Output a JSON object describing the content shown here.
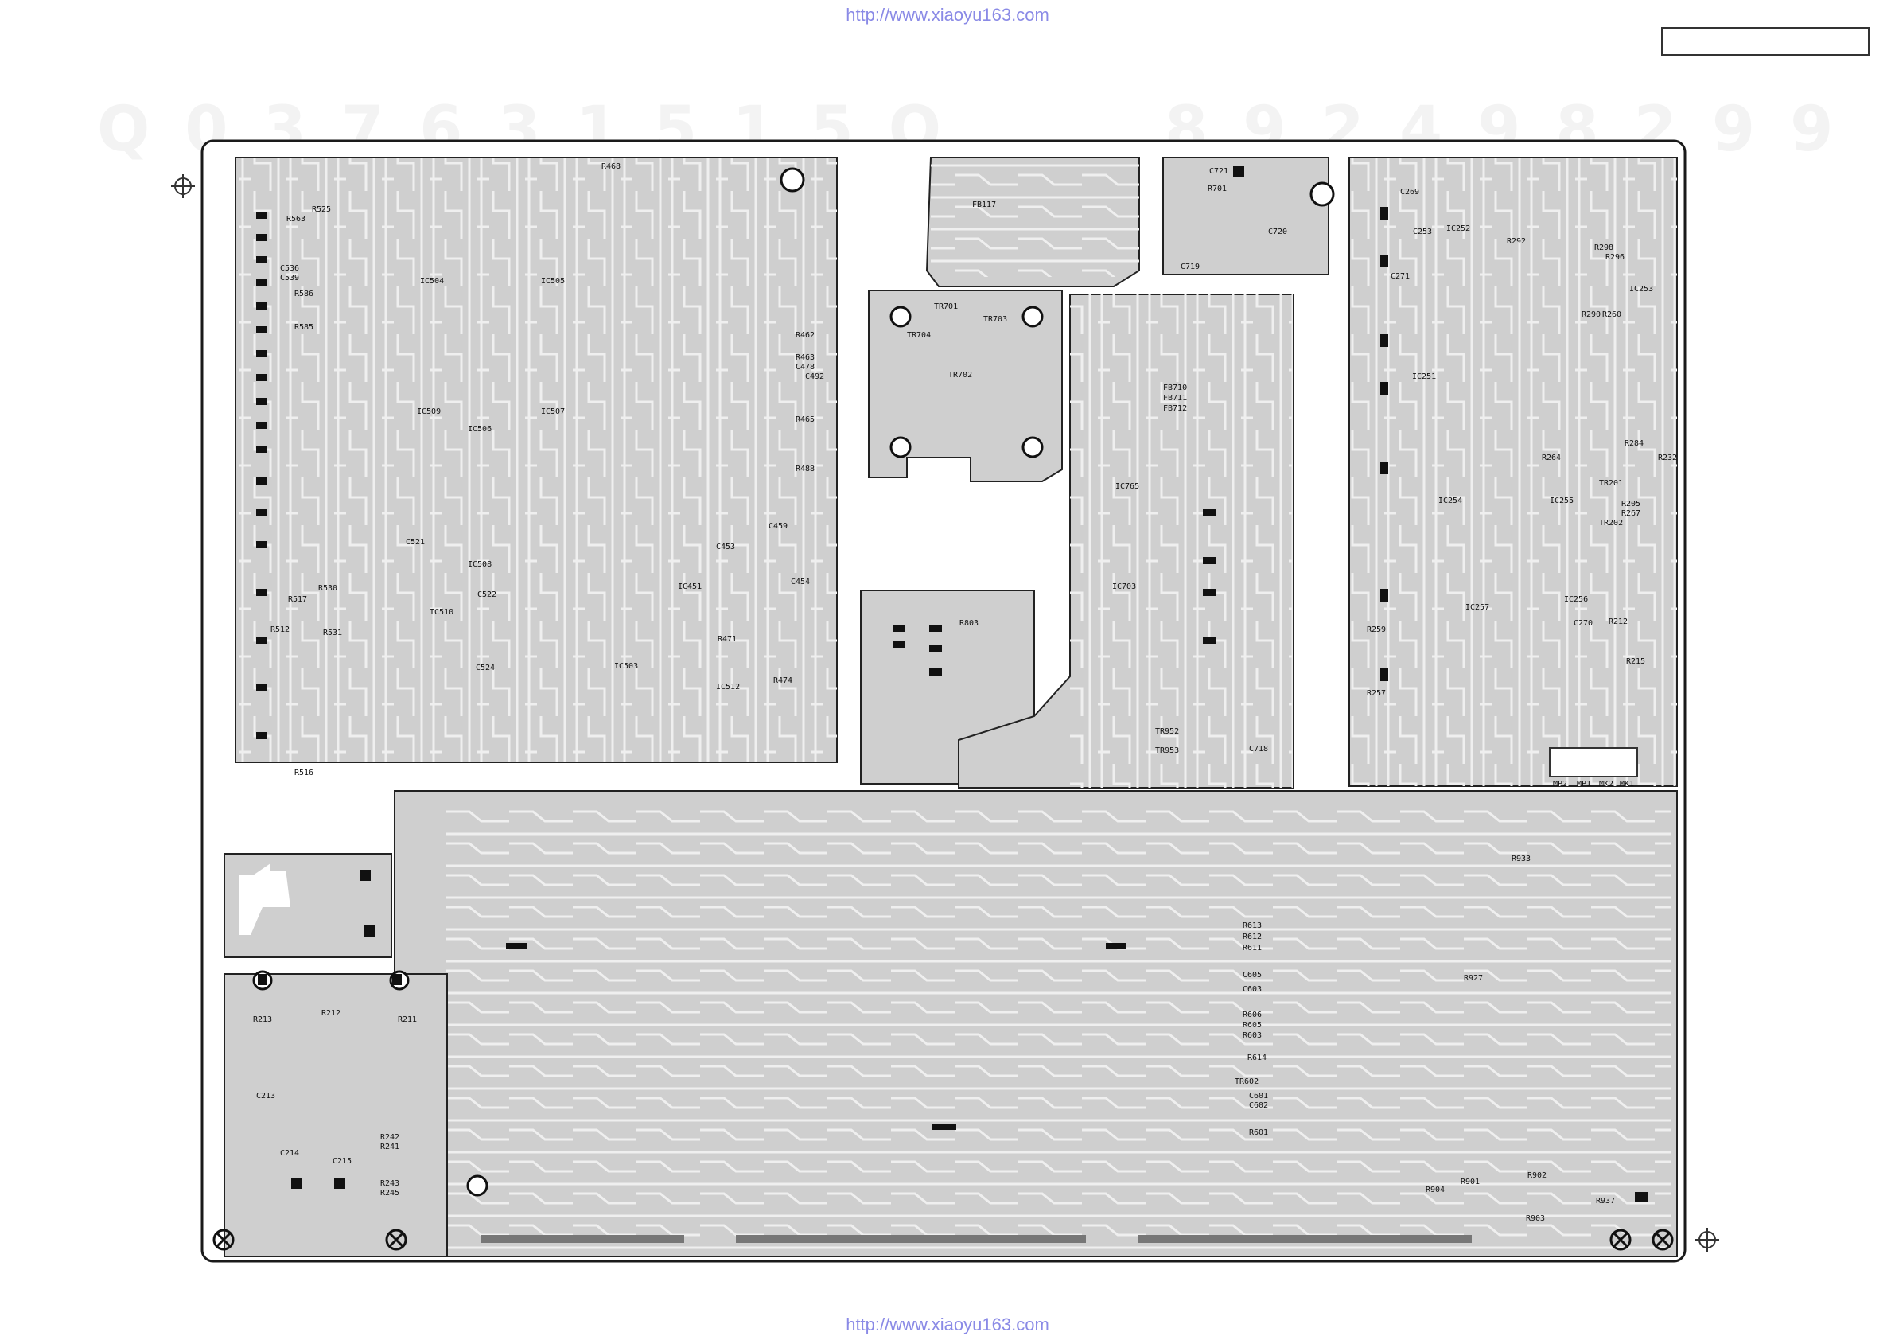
{
  "header": {
    "url_top": "http://www.xiaoyu163.com",
    "url_bottom": "http://www.xiaoyu163.com"
  },
  "watermarks": {
    "left_digits": "Q037631515O",
    "right_digits": "892498299"
  },
  "colors": {
    "board_fill": "#cfcfcf",
    "trace": "#f6f6f6",
    "outline": "#1a1a1a",
    "pad": "#111111",
    "link": "#8a8ae6"
  },
  "board_labels": {
    "section_ic504": "IC504",
    "section_ic505": "IC505",
    "section_ic506": "IC506",
    "section_ic507": "IC507",
    "section_ic508": "IC508",
    "section_ic509": "IC509",
    "section_ic510": "IC510",
    "section_ic451": "IC451",
    "section_ic503": "IC503",
    "section_ic512": "IC512",
    "section_ic703": "IC703",
    "section_ic765": "IC765",
    "section_ic251": "IC251",
    "section_ic252": "IC252",
    "section_ic253": "IC253",
    "section_ic254": "IC254",
    "section_ic255": "IC255",
    "section_ic256": "IC256",
    "section_ic257": "IC257",
    "fb117": "FB117",
    "tr701": "TR701",
    "tr702": "TR702",
    "tr703": "TR703",
    "tr704": "TR704",
    "tr201": "TR201",
    "tr202": "TR202",
    "tr952": "TR952",
    "tr953": "TR953",
    "c721": "C721",
    "c720": "C720",
    "c719": "C719",
    "r701": "R701",
    "c718": "C718",
    "r803": "R803",
    "fb710": "FB710",
    "fb711": "FB711",
    "fb712": "FB712",
    "r213": "R213",
    "r212": "R212",
    "r211": "R211",
    "c213": "C213",
    "c214": "C214",
    "c215": "C215",
    "r242": "R242",
    "r241": "R241",
    "r243": "R243",
    "r245": "R245",
    "mp2": "MP2",
    "mp1": "MP1",
    "mk2": "MK2",
    "mk1": "MK1",
    "r933": "R933",
    "r927": "R927",
    "r904": "R904",
    "r901": "R901",
    "r902": "R902",
    "r903": "R903",
    "r937": "R937",
    "r613": "R613",
    "r612": "R612",
    "r611": "R611",
    "c605": "C605",
    "c603": "C603",
    "r606": "R606",
    "r605": "R605",
    "r603": "R603",
    "r614": "R614",
    "tr602": "TR602",
    "c601": "C601",
    "c602": "C602",
    "r601": "R601",
    "r563": "R563",
    "r525": "R525",
    "r586": "R586",
    "r585": "R585",
    "c536": "C536",
    "c539": "C539",
    "r517": "R517",
    "r512": "R512",
    "r530": "R530",
    "r531": "R531",
    "r516": "R516",
    "c521": "C521",
    "c522": "C522",
    "c524": "C524",
    "r468": "R468",
    "r462": "R462",
    "r463": "R463",
    "c478": "C478",
    "c492": "C492",
    "r465": "R465",
    "r488": "R488",
    "c459": "C459",
    "c453": "C453",
    "c454": "C454",
    "r471": "R471",
    "r474": "R474",
    "r292": "R292",
    "r260": "R260",
    "r290": "R290",
    "r259": "R259",
    "r257": "R257",
    "c269": "C269",
    "c253": "C253",
    "c271": "C271",
    "r298": "R298",
    "r296": "R296",
    "r264": "R264",
    "r284": "R284",
    "r232": "R232",
    "r205": "R205",
    "r267": "R267",
    "r212b": "R212",
    "r215": "R215",
    "c270": "C270"
  }
}
